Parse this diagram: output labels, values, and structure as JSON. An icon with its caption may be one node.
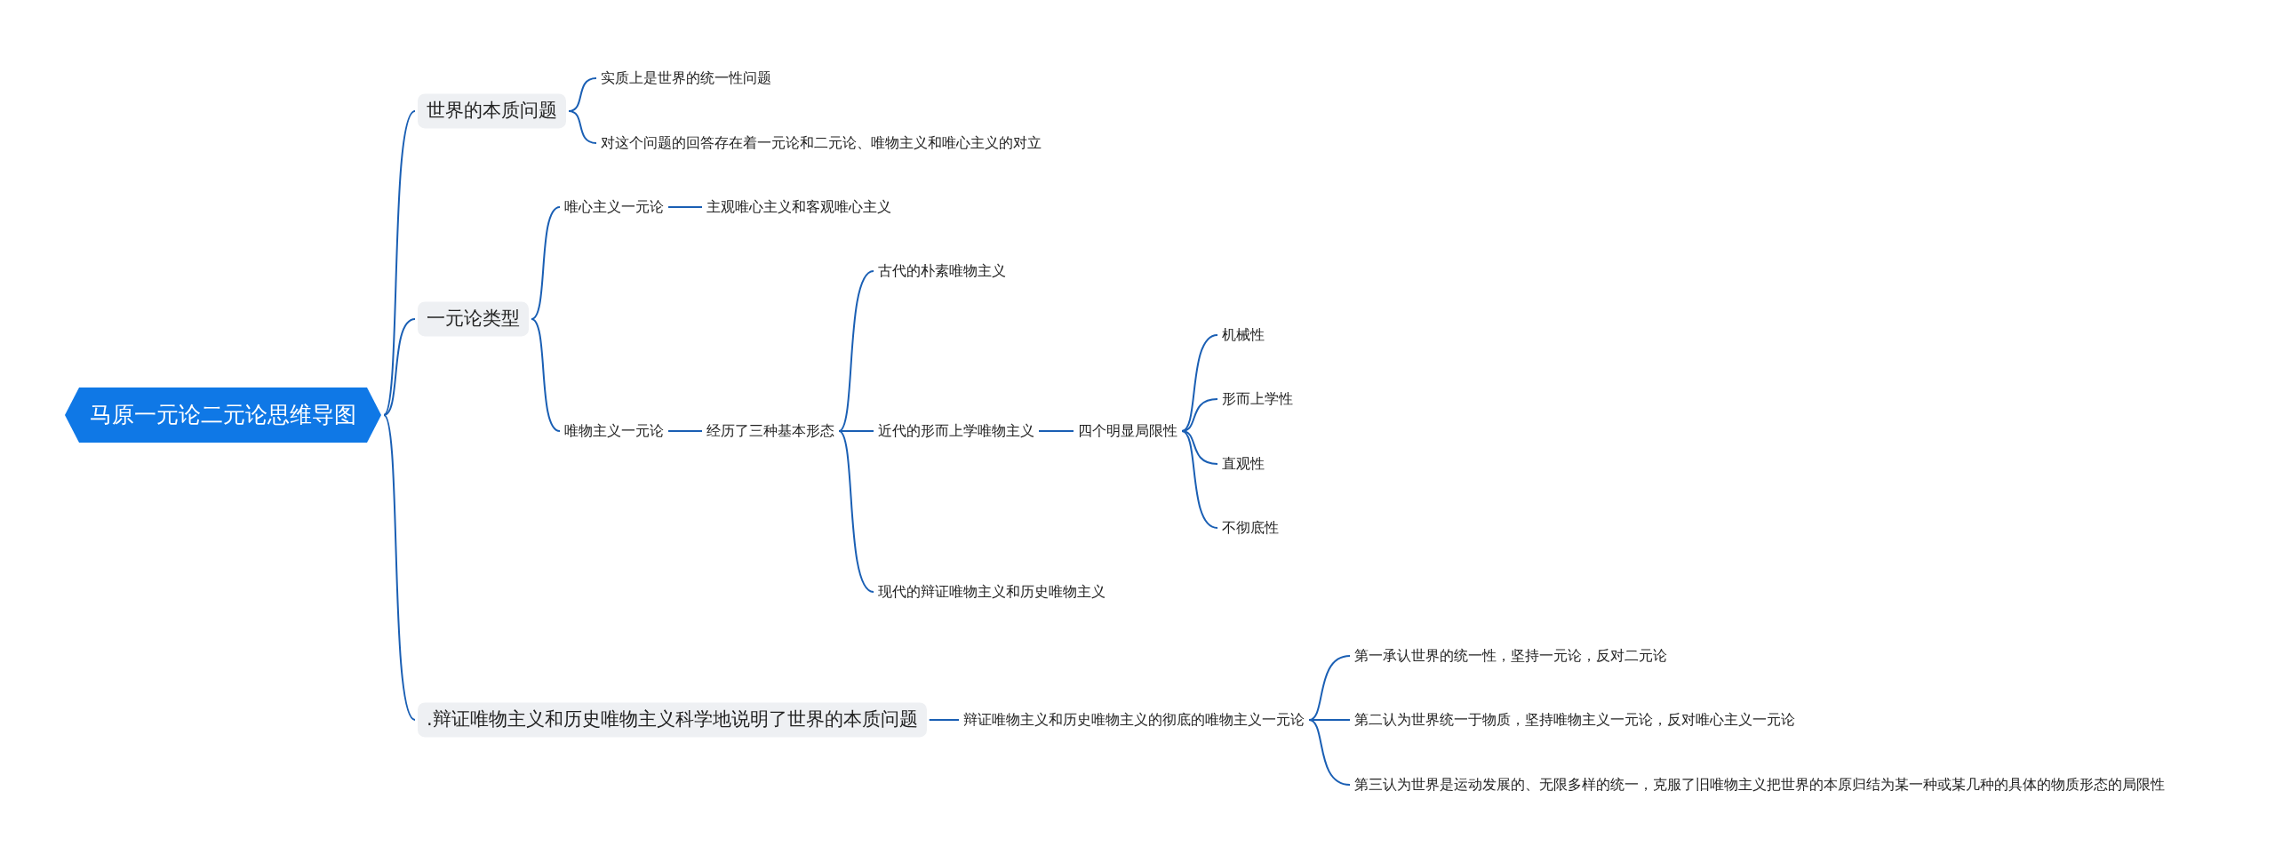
{
  "diagram": {
    "nodes": [
      {
        "text": [
          "马原一元论二元论思维导图"
        ]
      },
      {
        "text": [
          "世界的本质问题"
        ]
      },
      {
        "text": [
          "实质上是世界的统一性问题"
        ]
      },
      {
        "text": [
          "对这个问题的回答存在着一元论和二元论、唯物主义和唯心主义的对立"
        ]
      },
      {
        "text": [
          "一元论类型"
        ]
      },
      {
        "text": [
          "唯心主义一元论"
        ]
      },
      {
        "text": [
          "主观唯心主义和客观唯心主义"
        ]
      },
      {
        "text": [
          "唯物主义一元论"
        ]
      },
      {
        "text": [
          "经历了三种基本形态"
        ]
      },
      {
        "text": [
          "古代的朴素唯物主义"
        ]
      },
      {
        "text": [
          "近代的形而上学唯物主义"
        ]
      },
      {
        "text": [
          "四个明显局限性"
        ]
      },
      {
        "text": [
          "机械性"
        ]
      },
      {
        "text": [
          "形而上学性"
        ]
      },
      {
        "text": [
          "直观性"
        ]
      },
      {
        "text": [
          "不彻底性"
        ]
      },
      {
        "text": [
          "现代的辩证唯物主义和历史唯物主义"
        ]
      },
      {
        "text": [
          ".辩证唯物主义和历史唯物主义科学地说明了世界的本质问题"
        ]
      },
      {
        "text": [
          "辩证唯物主义和历史唯物主义的彻底的唯物主义一元论"
        ]
      },
      {
        "text": [
          "第一承认世界的统一性，坚持一元论，反对二元论"
        ]
      },
      {
        "text": [
          "第二认为世界统一于物质，坚持唯物主义一元论，反对唯心主义一元论"
        ]
      },
      {
        "text": [
          "第三认为世界是运动发展的、无限多样的统一，克服了旧唯物主义把世界的本原归结为某一种或某几种的具体的物质形态的局限性"
        ]
      }
    ],
    "edges": [
      {
        "from": 0,
        "to": 1,
        "arrow": "none"
      },
      {
        "from": 1,
        "to": 2,
        "arrow": "none"
      },
      {
        "from": 1,
        "to": 3,
        "arrow": "none"
      },
      {
        "from": 0,
        "to": 4,
        "arrow": "none"
      },
      {
        "from": 4,
        "to": 5,
        "arrow": "none"
      },
      {
        "from": 5,
        "to": 6,
        "arrow": "none"
      },
      {
        "from": 4,
        "to": 7,
        "arrow": "none"
      },
      {
        "from": 7,
        "to": 8,
        "arrow": "none"
      },
      {
        "from": 8,
        "to": 9,
        "arrow": "none"
      },
      {
        "from": 8,
        "to": 10,
        "arrow": "none"
      },
      {
        "from": 10,
        "to": 11,
        "arrow": "none"
      },
      {
        "from": 11,
        "to": 12,
        "arrow": "none"
      },
      {
        "from": 11,
        "to": 13,
        "arrow": "none"
      },
      {
        "from": 11,
        "to": 14,
        "arrow": "none"
      },
      {
        "from": 11,
        "to": 15,
        "arrow": "none"
      },
      {
        "from": 8,
        "to": 16,
        "arrow": "none"
      },
      {
        "from": 0,
        "to": 17,
        "arrow": "none"
      },
      {
        "from": 17,
        "to": 18,
        "arrow": "none"
      },
      {
        "from": 18,
        "to": 19,
        "arrow": "none"
      },
      {
        "from": 18,
        "to": 20,
        "arrow": "none"
      },
      {
        "from": 18,
        "to": 21,
        "arrow": "none"
      }
    ]
  }
}
